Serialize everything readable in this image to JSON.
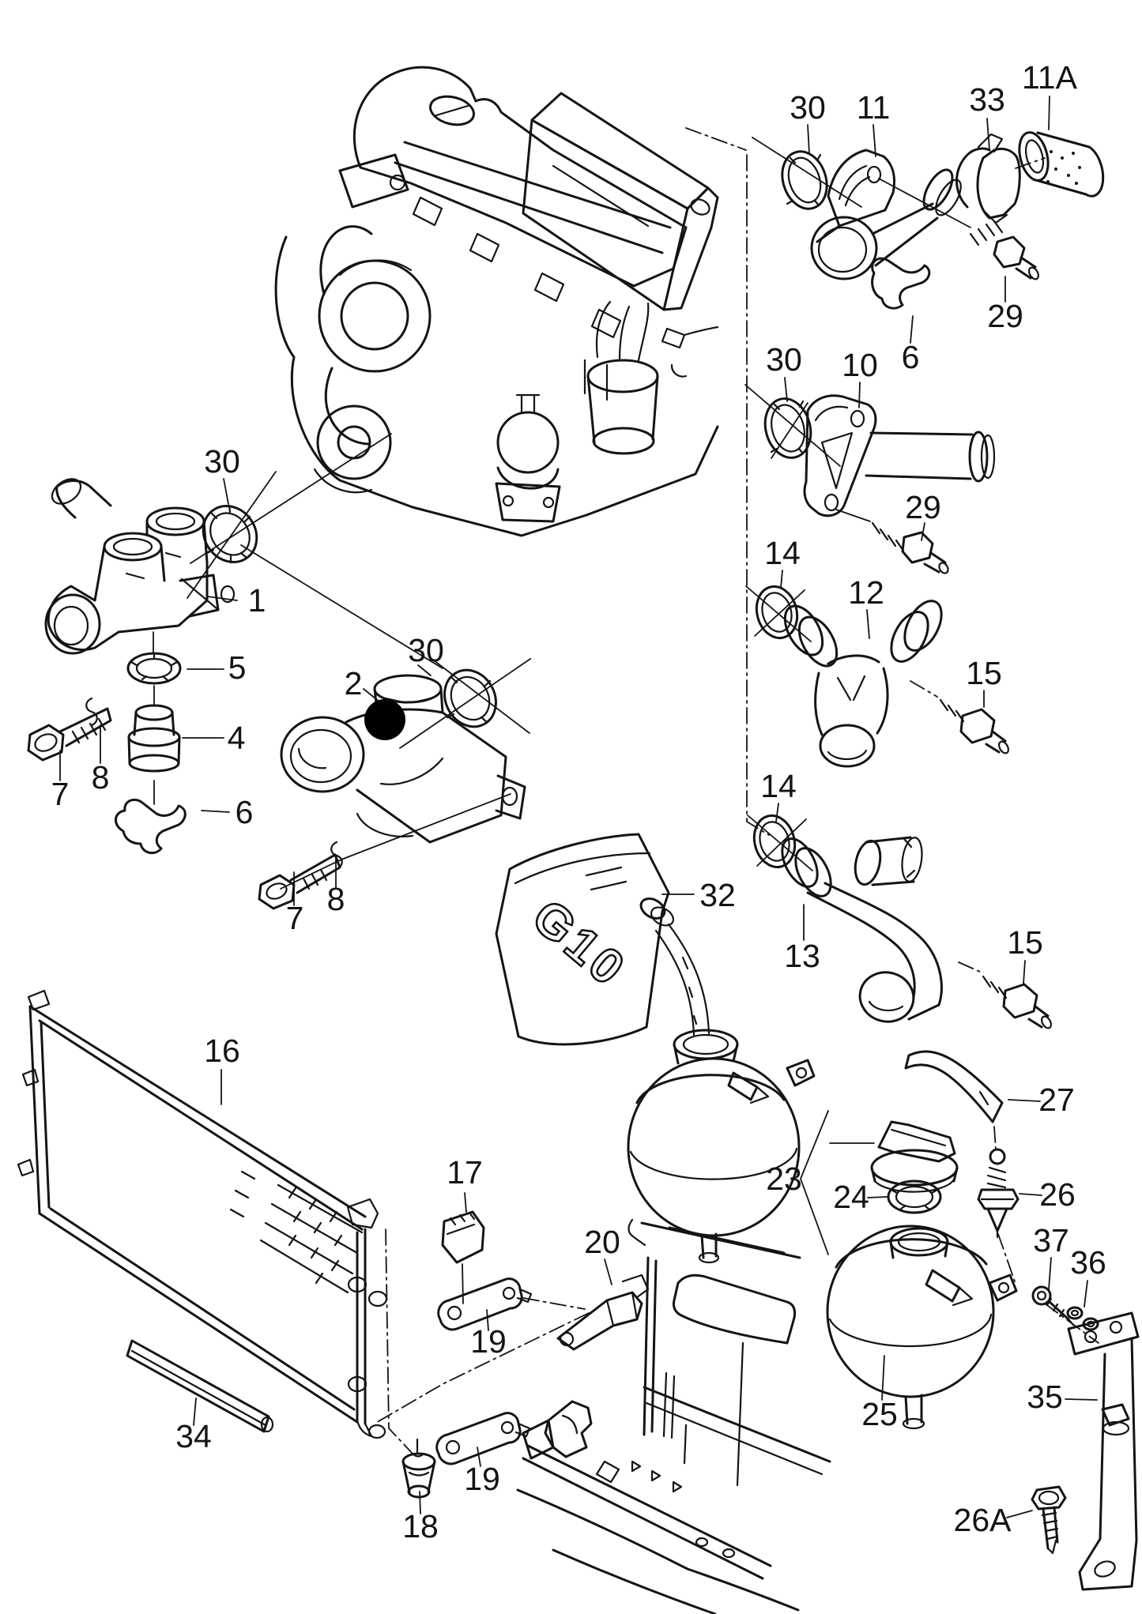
{
  "diagram": {
    "background_color": "#ffffff",
    "line_color": "#141414",
    "highlight_marker_color": "#000000"
  },
  "jug": {
    "brand_text": "G10"
  },
  "labels": [
    {
      "text": "30"
    },
    {
      "text": "11"
    },
    {
      "text": "33"
    },
    {
      "text": "11A"
    },
    {
      "text": "29"
    },
    {
      "text": "6"
    },
    {
      "text": "30"
    },
    {
      "text": "10"
    },
    {
      "text": "29"
    },
    {
      "text": "14"
    },
    {
      "text": "12"
    },
    {
      "text": "15"
    },
    {
      "text": "14"
    },
    {
      "text": "13"
    },
    {
      "text": "15"
    },
    {
      "text": "32"
    },
    {
      "text": "30"
    },
    {
      "text": "1"
    },
    {
      "text": "5"
    },
    {
      "text": "4"
    },
    {
      "text": "7"
    },
    {
      "text": "8"
    },
    {
      "text": "6"
    },
    {
      "text": "2"
    },
    {
      "text": "30"
    },
    {
      "text": "7"
    },
    {
      "text": "8"
    },
    {
      "text": "16"
    },
    {
      "text": "34"
    },
    {
      "text": "17"
    },
    {
      "text": "19"
    },
    {
      "text": "20"
    },
    {
      "text": "19"
    },
    {
      "text": "18"
    },
    {
      "text": "27"
    },
    {
      "text": "23"
    },
    {
      "text": "24"
    },
    {
      "text": "26"
    },
    {
      "text": "25"
    },
    {
      "text": "37"
    },
    {
      "text": "36"
    },
    {
      "text": "35"
    },
    {
      "text": "26A"
    }
  ]
}
